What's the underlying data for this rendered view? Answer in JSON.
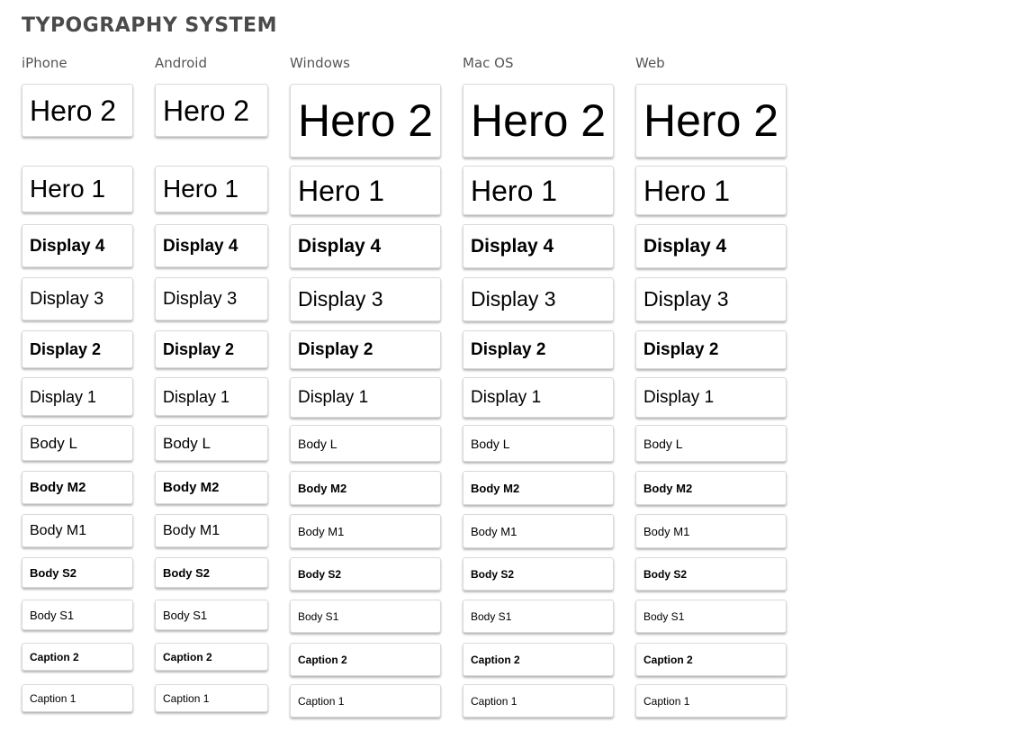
{
  "page": {
    "title": "TYPOGRAPHY SYSTEM"
  },
  "platforms": [
    {
      "name": "iPhone"
    },
    {
      "name": "Android"
    },
    {
      "name": "Windows"
    },
    {
      "name": "Mac OS"
    },
    {
      "name": "Web"
    }
  ],
  "styles": [
    {
      "label": "Hero 2"
    },
    {
      "label": "Hero 1"
    },
    {
      "label": "Display 4"
    },
    {
      "label": "Display 3"
    },
    {
      "label": "Display 2"
    },
    {
      "label": "Display 1"
    },
    {
      "label": "Body L"
    },
    {
      "label": "Body M2"
    },
    {
      "label": "Body M1"
    },
    {
      "label": "Body S2"
    },
    {
      "label": "Body S1"
    },
    {
      "label": "Caption 2"
    },
    {
      "label": "Caption 1"
    }
  ],
  "colors": {
    "title": "#4a4a4a",
    "header": "#555555",
    "card_border": "#d9d9d9",
    "text": "#000000"
  }
}
